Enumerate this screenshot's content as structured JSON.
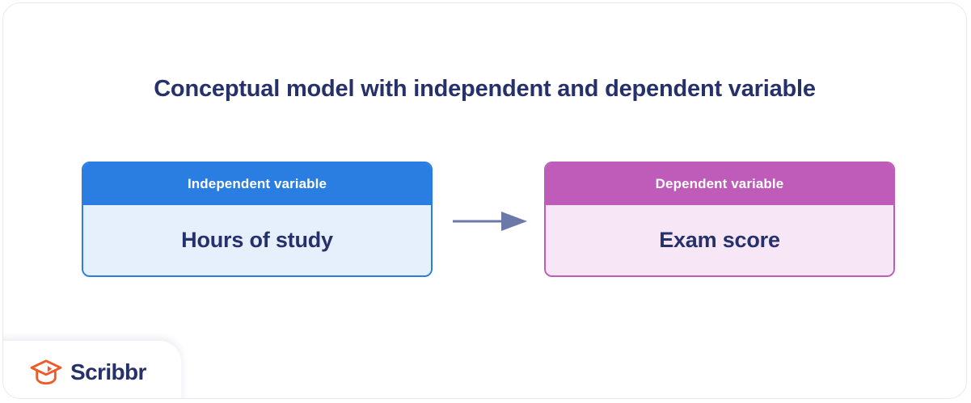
{
  "figure": {
    "title": "Conceptual model with independent and dependent variable",
    "title_color": "#26306b"
  },
  "nodes": [
    {
      "role": "independent",
      "header": "Independent variable",
      "value": "Hours of study",
      "header_bg": "#2a7de1",
      "body_bg": "#e6f0fc",
      "border_color": "#2a7de1",
      "text_color": "#26306b"
    },
    {
      "role": "dependent",
      "header": "Dependent variable",
      "value": "Exam score",
      "header_bg": "#bf5cba",
      "body_bg": "#f7e6f5",
      "border_color": "#bf5cba",
      "text_color": "#26306b"
    }
  ],
  "connector": {
    "icon": "arrow-right-icon",
    "direction": "right",
    "color": "#6b78a8",
    "from": "independent",
    "to": "dependent"
  },
  "branding": {
    "name": "Scribbr",
    "icon": "graduation-cap-icon",
    "icon_color": "#f05a28",
    "word_color": "#26306b"
  },
  "frame": {
    "border_color": "#e7e9f2",
    "background": "#ffffff"
  }
}
